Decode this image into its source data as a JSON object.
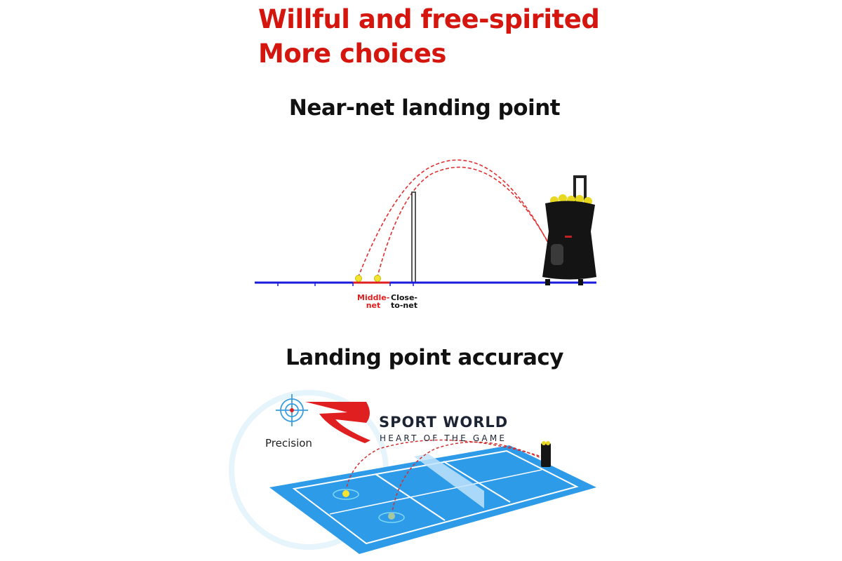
{
  "headline": {
    "line1": "Willful and free-spirited",
    "line2": "More choices"
  },
  "section1": {
    "title": "Near-net landing point",
    "labels": {
      "middle_line1": "Middle-",
      "middle_line2": "net",
      "close_line1": "Close-",
      "close_line2": "to-net"
    }
  },
  "section2": {
    "title": "Landing point accuracy",
    "precision_label": "Precision"
  },
  "watermark": {
    "brand": "SPORT WORLD",
    "tagline": "HEART OF THE GAME"
  },
  "colors": {
    "accent_red": "#d4160f",
    "ground_blue": "#1a1adc",
    "court_blue": "#2e9be8",
    "brand_navy": "#1c2333"
  }
}
